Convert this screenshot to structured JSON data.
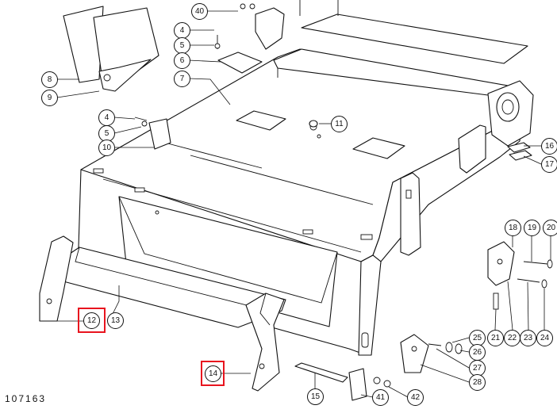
{
  "drawing_number": "107163",
  "callouts": [
    {
      "id": "40",
      "label": "40"
    },
    {
      "id": "4a",
      "label": "4"
    },
    {
      "id": "5a",
      "label": "5"
    },
    {
      "id": "6",
      "label": "6"
    },
    {
      "id": "7",
      "label": "7"
    },
    {
      "id": "8",
      "label": "8"
    },
    {
      "id": "9",
      "label": "9"
    },
    {
      "id": "4b",
      "label": "4"
    },
    {
      "id": "5b",
      "label": "5"
    },
    {
      "id": "10",
      "label": "10"
    },
    {
      "id": "11",
      "label": "11"
    },
    {
      "id": "16",
      "label": "16"
    },
    {
      "id": "17",
      "label": "17"
    },
    {
      "id": "12",
      "label": "12"
    },
    {
      "id": "13",
      "label": "13"
    },
    {
      "id": "14",
      "label": "14"
    },
    {
      "id": "15",
      "label": "15"
    },
    {
      "id": "18",
      "label": "18"
    },
    {
      "id": "19",
      "label": "19"
    },
    {
      "id": "20",
      "label": "20"
    },
    {
      "id": "21",
      "label": "21"
    },
    {
      "id": "22",
      "label": "22"
    },
    {
      "id": "23",
      "label": "23"
    },
    {
      "id": "24",
      "label": "24"
    },
    {
      "id": "25",
      "label": "25"
    },
    {
      "id": "26",
      "label": "26"
    },
    {
      "id": "27",
      "label": "27"
    },
    {
      "id": "28",
      "label": "28"
    },
    {
      "id": "41",
      "label": "41"
    },
    {
      "id": "42",
      "label": "42"
    }
  ],
  "highlighted_callouts": [
    "12",
    "14"
  ],
  "colors": {
    "highlight": "#e8141e",
    "ink": "#111111",
    "paper": "#ffffff"
  }
}
